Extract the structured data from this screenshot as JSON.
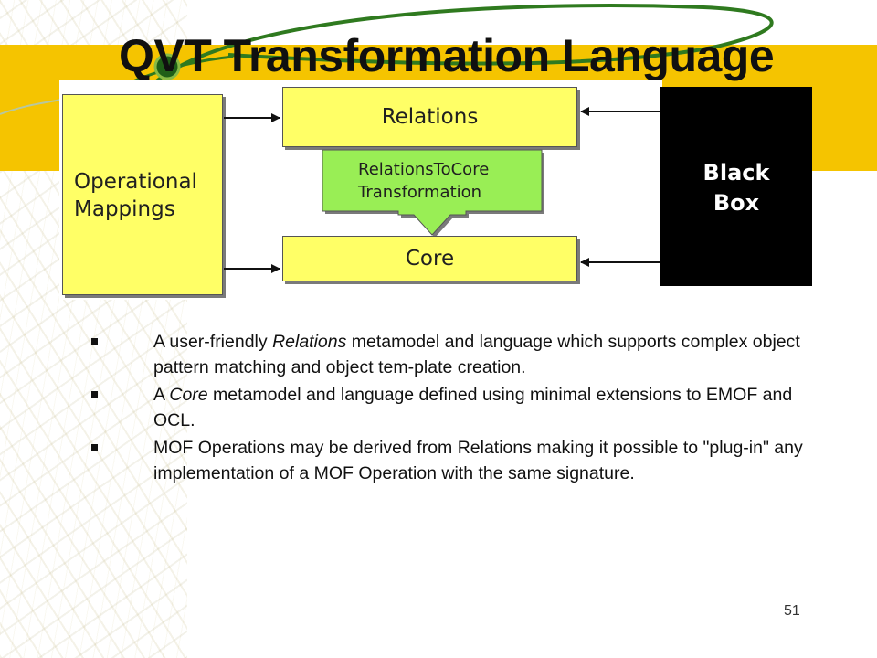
{
  "title": "QVT Transformation Language",
  "diagram": {
    "operational_mappings": "Operational\n Mappings",
    "relations": "Relations",
    "relations_to_core": "RelationsToCore\nTransformation",
    "core": "Core",
    "black_box": "Black\nBox"
  },
  "bullets": [
    {
      "pre": "A user-friendly ",
      "em": "Relations",
      "post": " metamodel and language which supports complex object pattern matching and object tem-plate creation."
    },
    {
      "pre": "A ",
      "em": "Core",
      "post": " metamodel and language defined using minimal extensions to EMOF and OCL."
    },
    {
      "pre": "MOF Operations may be derived from Relations making it possible to \"plug-in\" any implementation of a MOF Operation with the same signature.",
      "em": "",
      "post": ""
    }
  ],
  "page_number": "51",
  "colors": {
    "gold_band": "#f5c400",
    "box_yellow": "#ffff66",
    "box_green": "#99ee55",
    "black_box": "#000000",
    "swoosh_green": "#2f7a1f"
  }
}
